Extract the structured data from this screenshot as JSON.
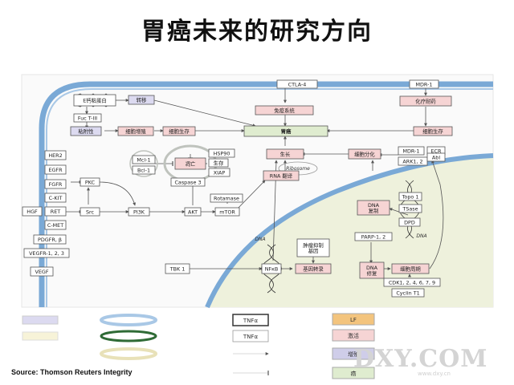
{
  "title": "胃癌未来的研究方向",
  "source": "Source:  Thomson Reuters Integrity",
  "watermark": "DXY.COM",
  "watermark_sub": "www.dxy.cn",
  "colors": {
    "membrane": "#7aa9d6",
    "nucleus_fill": "#eef1dc",
    "purple": "#dcdaf0",
    "pink": "#f6d4d4",
    "green": "#dfeccf",
    "white": "#ffffff",
    "arrow": "#555555"
  },
  "nodes": {
    "ctla4": "CTLA-4",
    "mdr1_top": "MDR-1",
    "immune": "免疫系统",
    "chemo": "化疗耐药",
    "cadherin": "E钙粘蛋白",
    "transfer": "转移",
    "fuc": "Fuc T-III",
    "adhesion": "粘附性",
    "cell_migration": "细胞增殖",
    "cell_survival1": "细胞生存",
    "gastric": "胃癌",
    "cell_survival2": "细胞生存",
    "her2": "HER2",
    "egfr": "EGFR",
    "fgfr": "FGFR",
    "ckit": "C-KIT",
    "ret": "RET",
    "cmet": "C-MET",
    "pdgfr": "PDGFR, β",
    "vegfr": "VEGFR-1, 2, 3",
    "vegf": "VEGF",
    "hgf": "HGF",
    "mcl1": "Mcl-1",
    "bcl1": "Bcl-1",
    "apoptosis": "凋亡",
    "caspase3": "Caspase 3",
    "hsp90": "HSP90",
    "survival_b": "生存",
    "xiap": "XIAP",
    "growth": "生长",
    "cell_diff": "细胞分化",
    "mdr1_mid": "MDR-1",
    "ark": "ARK1, 2",
    "ecr": "ECR",
    "abl": "Abl",
    "pkc": "PKC",
    "src": "Src",
    "pi3k": "PI3K",
    "akt": "AKT",
    "mtor": "mTOR",
    "rotamase": "Rotamase",
    "rna": "RNA 翻译",
    "ribosome": "Ribosome",
    "topo1": "Topo 1",
    "tsase": "TSase",
    "dpd": "DPD",
    "dna_rep": "DNA\n复制",
    "dna_lbl1": "DNA",
    "dna_lbl2": "DNA",
    "tbk1": "TBK 1",
    "nfkb": "NFκB",
    "tumor_sup": "肿瘤抑制\n基因",
    "gene_trans": "基因转录",
    "parp": "PARP-1, 2",
    "dna_repair": "DNA\n修复",
    "cell_cycle": "细胞周期",
    "cdk": "CDK1, 2, 4, 6, 7, 9",
    "cyclin": "Cyclin T1"
  },
  "legend": {
    "tnf1": "TNFα",
    "tnf2": "TNFα",
    "lf": "LF",
    "act": "激活",
    "add": "增殖",
    "cancer": "癌"
  }
}
